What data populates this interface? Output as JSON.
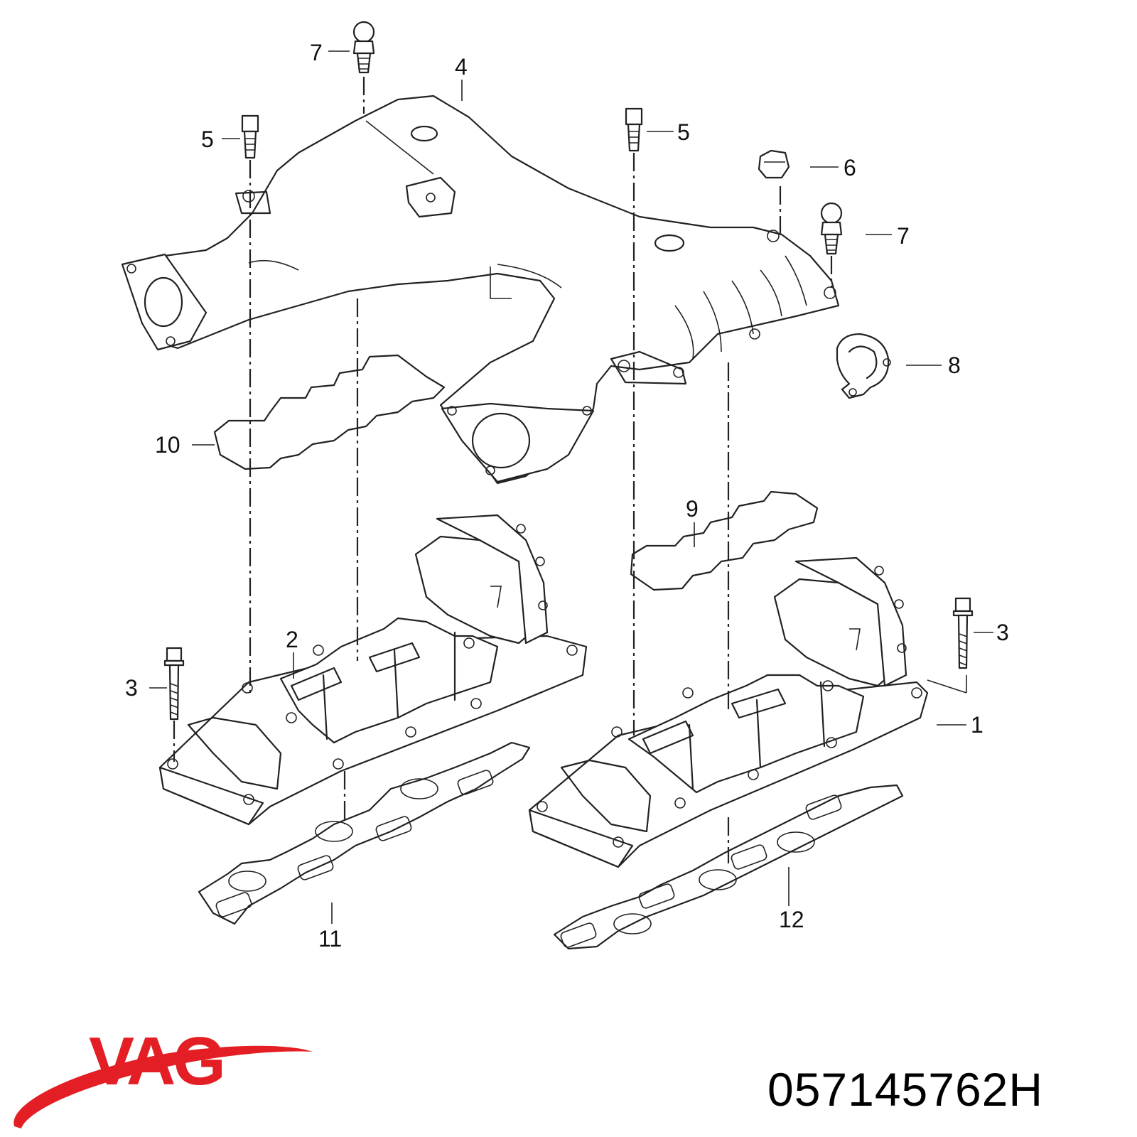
{
  "diagram": {
    "callouts": [
      {
        "id": "c1",
        "label": "1"
      },
      {
        "id": "c2",
        "label": "2"
      },
      {
        "id": "c3a",
        "label": "3"
      },
      {
        "id": "c3b",
        "label": "3"
      },
      {
        "id": "c4",
        "label": "4"
      },
      {
        "id": "c5a",
        "label": "5"
      },
      {
        "id": "c5b",
        "label": "5"
      },
      {
        "id": "c6",
        "label": "6"
      },
      {
        "id": "c7a",
        "label": "7"
      },
      {
        "id": "c7b",
        "label": "7"
      },
      {
        "id": "c8",
        "label": "8"
      },
      {
        "id": "c9",
        "label": "9"
      },
      {
        "id": "c10",
        "label": "10"
      },
      {
        "id": "c11",
        "label": "11"
      },
      {
        "id": "c12",
        "label": "12"
      }
    ]
  },
  "brand": {
    "logo_text": "VAG",
    "logo_color": "#e31e24"
  },
  "part_number": "057145762H"
}
